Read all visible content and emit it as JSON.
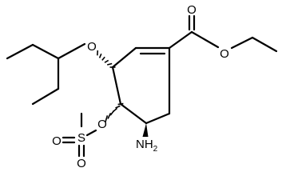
{
  "molecule": {
    "atoms": {
      "carbonyl_oxygen": "O",
      "ester_oxygen": "O",
      "ether_oxygen": "O",
      "mesyl_ester_oxygen": "O",
      "sulfur": "S",
      "sulfonyl_oxygen_top": "O",
      "sulfonyl_oxygen_left": "O",
      "amino_group": "NH",
      "amino_subscript": "2"
    }
  }
}
